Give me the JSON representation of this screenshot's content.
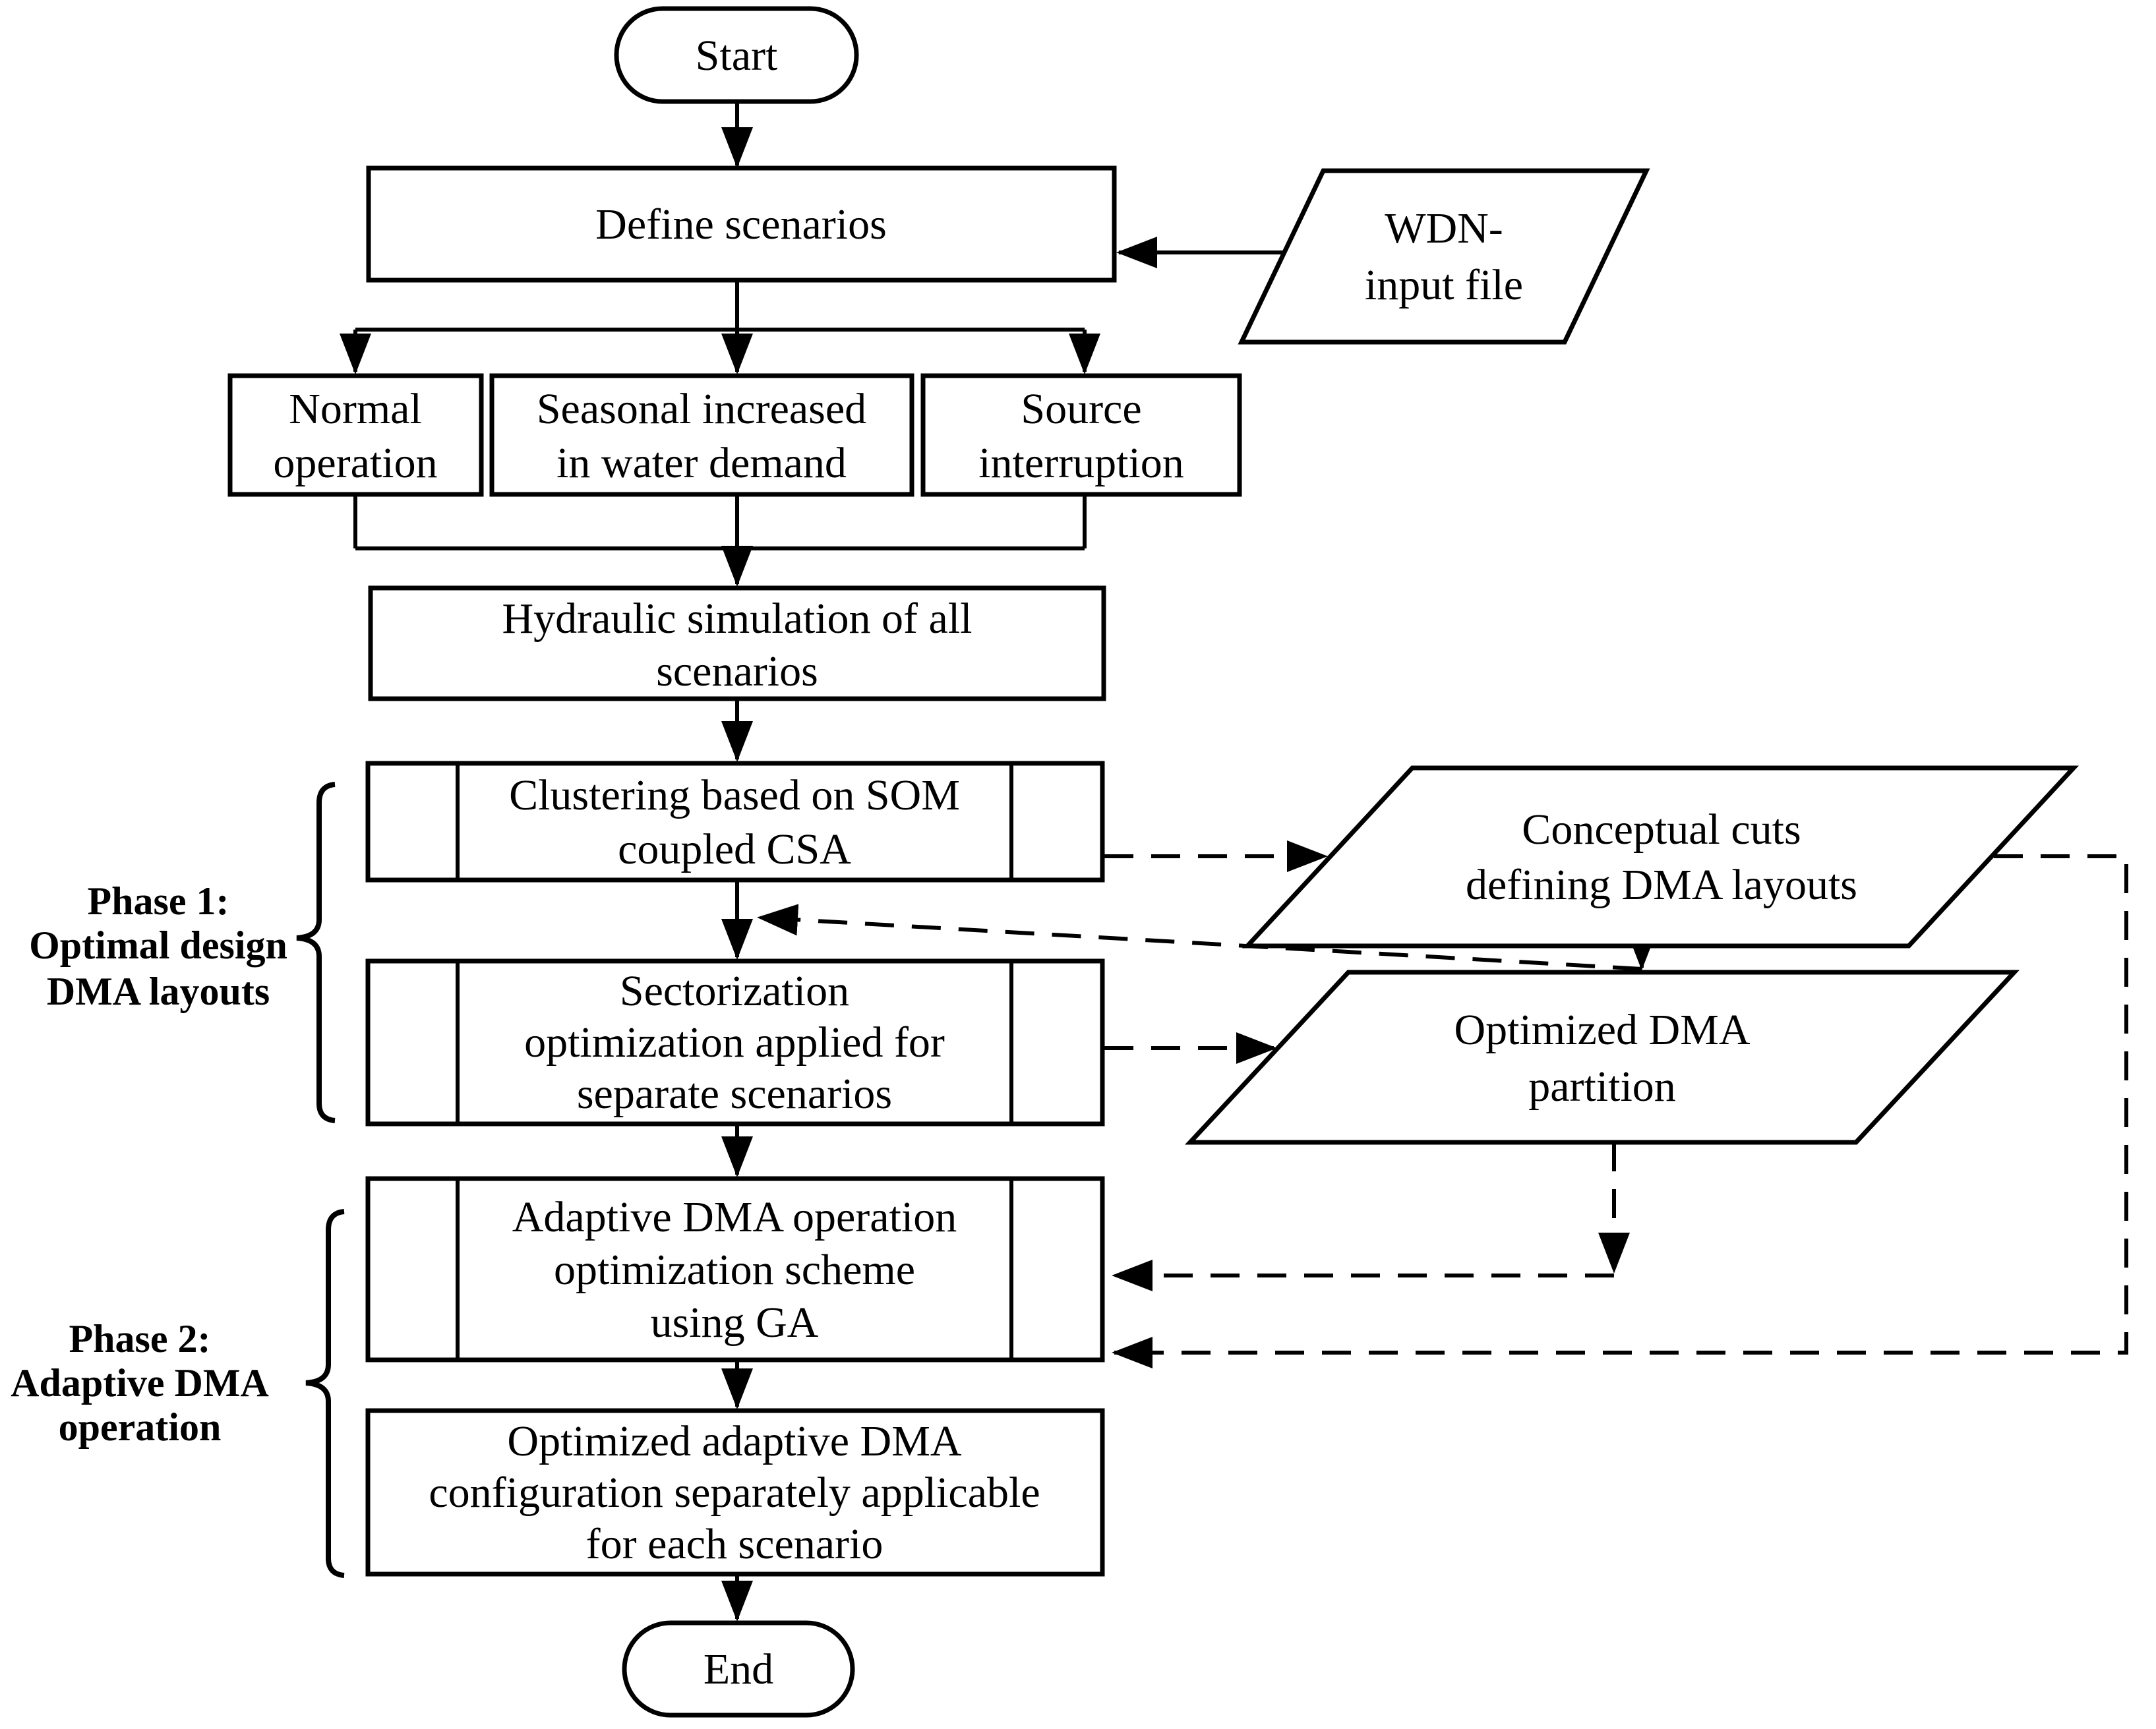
{
  "diagram": {
    "type": "flowchart",
    "background_color": "#ffffff",
    "stroke_color": "#000000",
    "phase_labels": {
      "phase1": {
        "lines": [
          "Phase 1:",
          "Optimal design",
          "DMA layouts"
        ]
      },
      "phase2": {
        "lines": [
          "Phase 2:",
          "Adaptive DMA",
          "operation"
        ]
      }
    },
    "nodes": {
      "start": {
        "type": "terminator",
        "label": "Start"
      },
      "define_scenarios": {
        "type": "process",
        "lines": [
          "Define scenarios"
        ]
      },
      "wdn_input_file": {
        "type": "data",
        "lines": [
          "WDN-",
          "input file"
        ]
      },
      "normal_operation": {
        "type": "process",
        "lines": [
          "Normal",
          "operation"
        ]
      },
      "seasonal_demand": {
        "type": "process",
        "lines": [
          "Seasonal increased",
          "in water demand"
        ]
      },
      "source_interruption": {
        "type": "process",
        "lines": [
          "Source",
          "interruption"
        ]
      },
      "hydraulic_simulation": {
        "type": "process",
        "lines": [
          "Hydraulic simulation of all",
          "scenarios"
        ]
      },
      "clustering": {
        "type": "predefined-process",
        "lines": [
          "Clustering based on SOM",
          "coupled CSA"
        ]
      },
      "conceptual_cuts": {
        "type": "data",
        "lines": [
          "Conceptual cuts",
          "defining  DMA layouts"
        ]
      },
      "sectorization": {
        "type": "predefined-process",
        "lines": [
          "Sectorization",
          "optimization applied for",
          "separate scenarios"
        ]
      },
      "optimized_partition": {
        "type": "data",
        "lines": [
          "Optimized DMA",
          "partition"
        ]
      },
      "adaptive_operation": {
        "type": "predefined-process",
        "lines": [
          "Adaptive DMA operation",
          "optimization scheme",
          "using GA"
        ]
      },
      "optimized_configuration": {
        "type": "process",
        "lines": [
          "Optimized adaptive DMA",
          "configuration separately  applicable",
          "for each scenario"
        ]
      },
      "end": {
        "type": "terminator",
        "label": "End"
      }
    },
    "edges": [
      {
        "from": "start",
        "to": "define_scenarios",
        "style": "solid"
      },
      {
        "from": "wdn_input_file",
        "to": "define_scenarios",
        "style": "solid"
      },
      {
        "from": "define_scenarios",
        "to": "normal_operation",
        "style": "solid"
      },
      {
        "from": "define_scenarios",
        "to": "seasonal_demand",
        "style": "solid"
      },
      {
        "from": "define_scenarios",
        "to": "source_interruption",
        "style": "solid"
      },
      {
        "from": "normal_operation",
        "to": "hydraulic_simulation",
        "style": "solid"
      },
      {
        "from": "seasonal_demand",
        "to": "hydraulic_simulation",
        "style": "solid"
      },
      {
        "from": "source_interruption",
        "to": "hydraulic_simulation",
        "style": "solid"
      },
      {
        "from": "hydraulic_simulation",
        "to": "clustering",
        "style": "solid"
      },
      {
        "from": "clustering",
        "to": "sectorization",
        "style": "solid"
      },
      {
        "from": "clustering",
        "to": "conceptual_cuts",
        "style": "dashed"
      },
      {
        "from": "conceptual_cuts",
        "to": "clustering_sectorization_arrow",
        "style": "dashed"
      },
      {
        "from": "conceptual_cuts",
        "to": "adaptive_operation",
        "style": "dashed"
      },
      {
        "from": "sectorization",
        "to": "optimized_partition",
        "style": "dashed"
      },
      {
        "from": "optimized_partition",
        "to": "adaptive_operation",
        "style": "dashed"
      },
      {
        "from": "sectorization",
        "to": "adaptive_operation",
        "style": "solid"
      },
      {
        "from": "adaptive_operation",
        "to": "optimized_configuration",
        "style": "solid"
      },
      {
        "from": "optimized_configuration",
        "to": "end",
        "style": "solid"
      }
    ]
  }
}
